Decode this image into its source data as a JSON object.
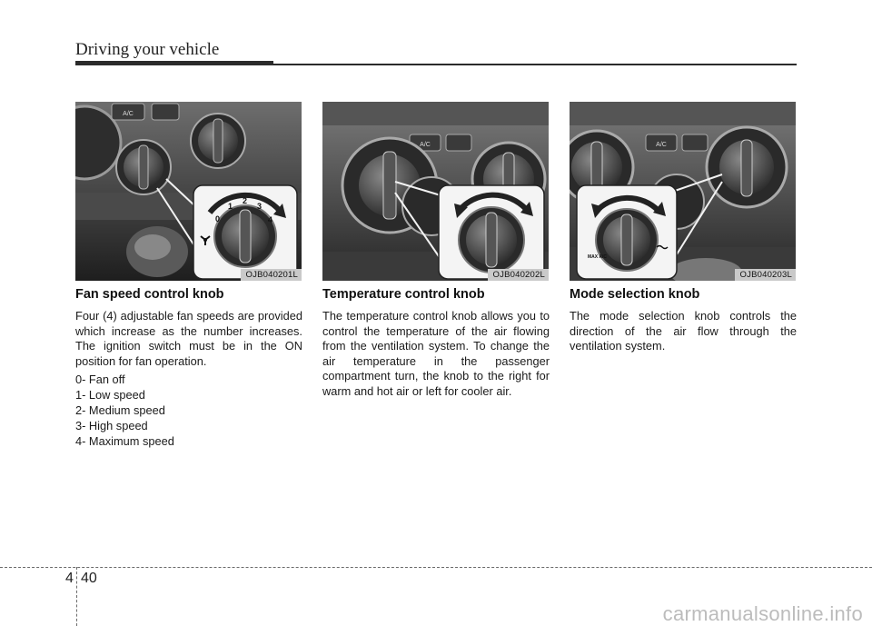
{
  "header": {
    "title": "Driving your vehicle"
  },
  "figures": [
    {
      "code": "OJB040201L",
      "labels": [
        "0",
        "1",
        "2",
        "3",
        "4"
      ]
    },
    {
      "code": "OJB040202L"
    },
    {
      "code": "OJB040203L",
      "max_ac_label": "MAX A/C"
    }
  ],
  "panel": {
    "ac_label": "A/C"
  },
  "sections": [
    {
      "heading": "Fan speed control knob",
      "body": "Four (4) adjustable fan speeds are provided which increase as the number increases. The ignition switch must be in the ON position for fan operation.",
      "items": [
        "0- Fan off",
        "1- Low speed",
        "2- Medium speed",
        "3- High speed",
        "4- Maximum speed"
      ]
    },
    {
      "heading": "Temperature control knob",
      "body": "The temperature control knob allows you to control the temperature of the air flowing from the ventilation system. To change the air temperature in the passenger compartment turn, the knob to the right for warm and hot air or left for cooler air."
    },
    {
      "heading": "Mode selection knob",
      "body": "The mode selection knob controls the direction of the air flow through the ventilation system."
    }
  ],
  "footer": {
    "chapter": "4",
    "page": "40",
    "watermark": "carmanualsonline.info"
  }
}
